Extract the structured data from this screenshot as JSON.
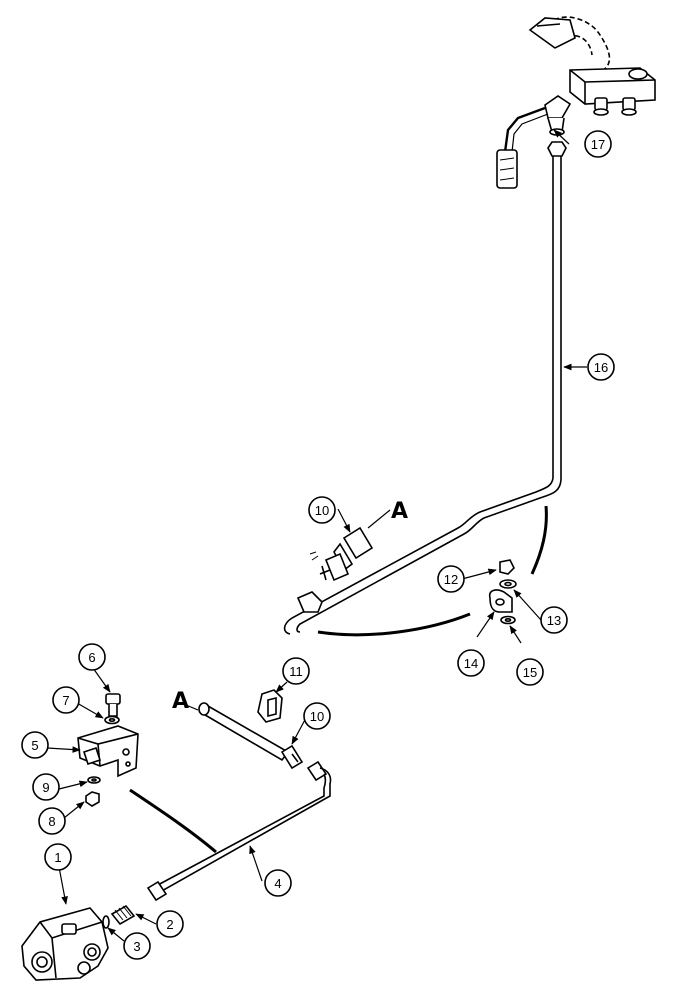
{
  "diagram": {
    "section_marker": "A",
    "callouts": [
      {
        "id": "c1",
        "label": "1"
      },
      {
        "id": "c2",
        "label": "2"
      },
      {
        "id": "c3",
        "label": "3"
      },
      {
        "id": "c4",
        "label": "4"
      },
      {
        "id": "c5",
        "label": "5"
      },
      {
        "id": "c6",
        "label": "6"
      },
      {
        "id": "c7",
        "label": "7"
      },
      {
        "id": "c8",
        "label": "8"
      },
      {
        "id": "c9",
        "label": "9"
      },
      {
        "id": "c10a",
        "label": "10"
      },
      {
        "id": "c10b",
        "label": "10"
      },
      {
        "id": "c11",
        "label": "11"
      },
      {
        "id": "c12",
        "label": "12"
      },
      {
        "id": "c13",
        "label": "13"
      },
      {
        "id": "c14",
        "label": "14"
      },
      {
        "id": "c15",
        "label": "15"
      },
      {
        "id": "c16",
        "label": "16"
      },
      {
        "id": "c17",
        "label": "17"
      }
    ]
  }
}
